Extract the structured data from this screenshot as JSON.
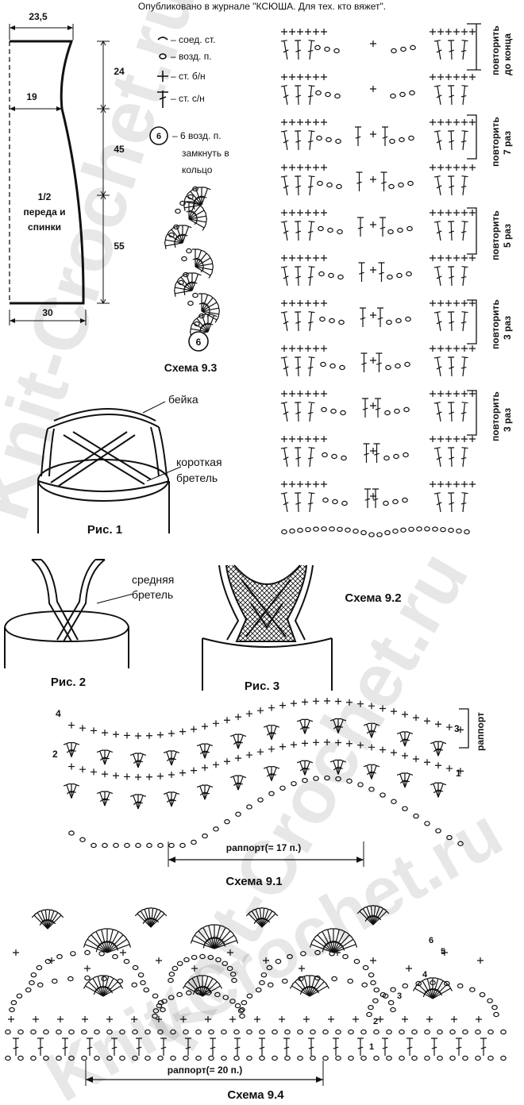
{
  "header": "Опубликовано в журнале \"КСЮША. Для тех. кто вяжет\".",
  "pattern": {
    "top_width": "23,5",
    "mid_width": "19",
    "bottom_width": "30",
    "h1": "24",
    "h2": "45",
    "h3": "55",
    "label_lines": [
      "1/2",
      "переда и",
      "спинки"
    ]
  },
  "legend": {
    "items": [
      {
        "symbol": "ch-slip",
        "text": "– соед. ст."
      },
      {
        "symbol": "chain",
        "text": "– возд. п."
      },
      {
        "symbol": "sc",
        "text": "– ст. б/н"
      },
      {
        "symbol": "dc",
        "text": "– ст. с/н"
      }
    ],
    "ring_number": "6",
    "ring_lines": [
      "– 6 возд. п.",
      "замкнуть в",
      "кольцо"
    ]
  },
  "schema93": {
    "title": "Схема 9.3",
    "ring": "6"
  },
  "schema92": {
    "title": "Схема 9.2",
    "repeats": [
      [
        "повторить",
        "до конца"
      ],
      [
        "повторить",
        "7 раз"
      ],
      [
        "повторить",
        "5 раз"
      ],
      [
        "повторить",
        "3 раз"
      ],
      [
        "повторить",
        "3 раз"
      ]
    ]
  },
  "fig1": {
    "title": "Рис. 1",
    "label_binding": "бейка",
    "label_strap": [
      "короткая",
      "бретель"
    ]
  },
  "fig2": {
    "title": "Рис. 2",
    "label_strap": [
      "средняя",
      "бретель"
    ]
  },
  "fig3": {
    "title": "Рис. 3"
  },
  "schema91": {
    "title": "Схема 9.1",
    "rapport": "раппорт(= 17 п.)",
    "side_label": "раппорт",
    "rows": {
      "r1": "1",
      "r2": "2",
      "r3": "3",
      "r4": "4"
    }
  },
  "schema94": {
    "title": "Схема 9.4",
    "rapport": "раппорт(= 20 п.)",
    "rows": [
      "1",
      "2",
      "3",
      "4",
      "5",
      "6"
    ]
  },
  "watermark": "Knit-Crochet.ru"
}
